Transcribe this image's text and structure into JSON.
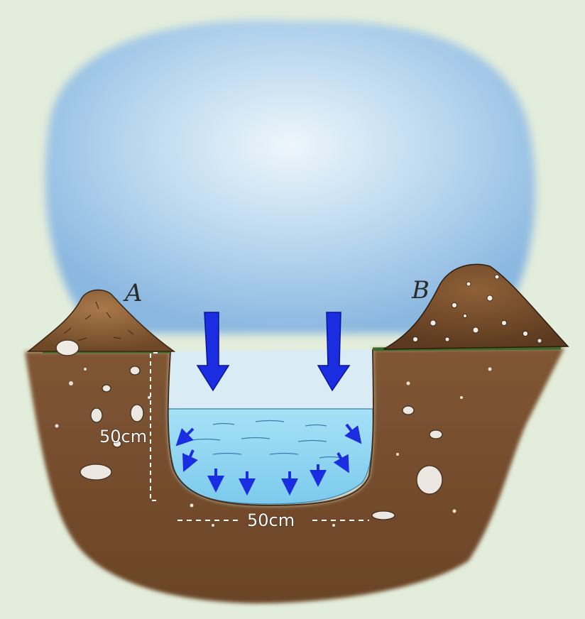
{
  "labels": {
    "pile_a": "A",
    "pile_b": "B",
    "depth": "50cm",
    "width": "50cm"
  },
  "colors": {
    "background": "#e3eddb",
    "sky": "#9fc4e6",
    "soil": "#7a5232",
    "soil_dark": "#5c3a20",
    "water": "#8fd3f0",
    "arrow": "#1b2de0",
    "grass": "#3c6a2a"
  },
  "icons": [
    "rain-arrow-icon",
    "seepage-arrow-icon",
    "rock-icon",
    "soil-pile-icon"
  ]
}
